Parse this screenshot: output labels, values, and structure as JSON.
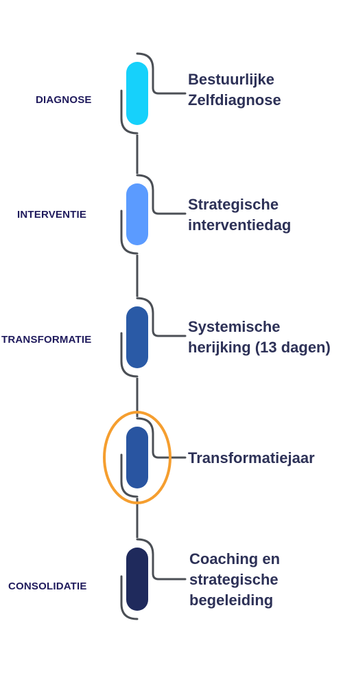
{
  "colors": {
    "connector": "#4b4f55",
    "phase_label": "#1f1a5c",
    "step_text": "#2d3157",
    "highlight_ring": "#f59e2f"
  },
  "steps": [
    {
      "phase": "DIAGNOSE",
      "title_lines": [
        "Bestuurlijke",
        "Zelfdiagnose"
      ],
      "color": "#16d1fb",
      "highlighted": false
    },
    {
      "phase": "INTERVENTIE",
      "title_lines": [
        "Strategische",
        "interventiedag"
      ],
      "color": "#5b9bff",
      "highlighted": false
    },
    {
      "phase": "TRANSFORMATIE",
      "title_lines": [
        "Systemische",
        "herijking  (13 dagen)"
      ],
      "color": "#2a5aa6",
      "highlighted": false
    },
    {
      "phase": "",
      "title_lines": [
        "Transformatiejaar"
      ],
      "color": "#2955a1",
      "highlighted": true
    },
    {
      "phase": "CONSOLIDATIE",
      "title_lines": [
        "Coaching en",
        "strategische",
        "begeleiding"
      ],
      "color": "#1f2a5c",
      "highlighted": false
    }
  ]
}
